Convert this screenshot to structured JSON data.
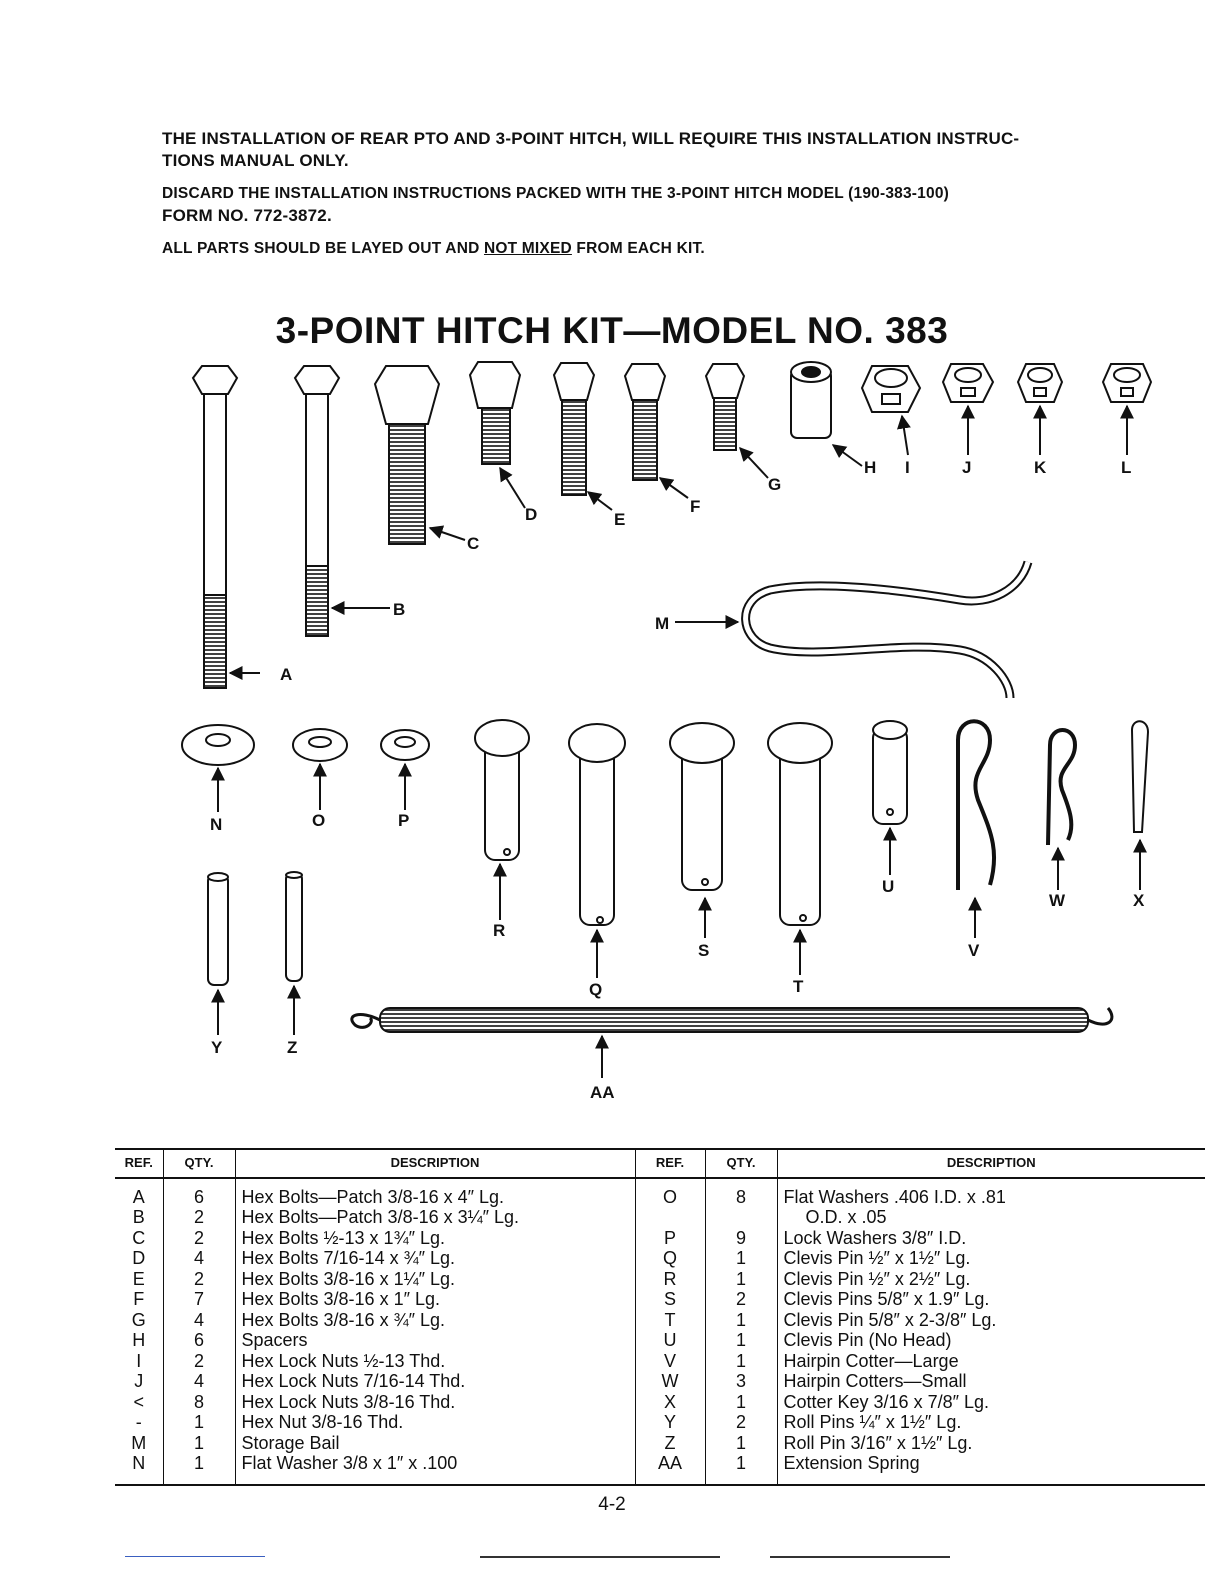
{
  "instructions": {
    "line1": "THE INSTALLATION OF REAR PTO AND 3-POINT HITCH, WILL REQUIRE THIS INSTALLATION INSTRUC-",
    "line2": "TIONS MANUAL ONLY.",
    "line3": "DISCARD THE INSTALLATION INSTRUCTIONS PACKED WITH THE 3-POINT HITCH MODEL (190-383-100)",
    "line4": "FORM NO. 772-3872.",
    "line5_pre": "ALL PARTS SHOULD BE LAYED OUT AND ",
    "line5_u": "NOT MIXED",
    "line5_post": " FROM EACH KIT."
  },
  "kit_title": "3-POINT HITCH KIT—MODEL NO. 383",
  "diagram_labels": {
    "A": "A",
    "B": "B",
    "C": "C",
    "D": "D",
    "E": "E",
    "F": "F",
    "G": "G",
    "H": "H",
    "I": "I",
    "J": "J",
    "K": "K",
    "L": "L",
    "M": "M",
    "N": "N",
    "O": "O",
    "P": "P",
    "Q": "Q",
    "R": "R",
    "S": "S",
    "T": "T",
    "U": "U",
    "V": "V",
    "W": "W",
    "X": "X",
    "Y": "Y",
    "Z": "Z",
    "AA": "AA"
  },
  "table": {
    "headers": {
      "ref": "REF.",
      "qty": "QTY.",
      "desc": "DESCRIPTION"
    },
    "rows": [
      {
        "ref1": "A",
        "qty1": "6",
        "desc1": "Hex Bolts—Patch 3/8-16 x 4″ Lg.",
        "ref2": "O",
        "qty2": "8",
        "desc2": "Flat Washers .406 I.D. x .81"
      },
      {
        "ref1": "B",
        "qty1": "2",
        "desc1": "Hex Bolts—Patch 3/8-16 x 3¼″ Lg.",
        "ref2": "",
        "qty2": "",
        "desc2": "O.D. x .05"
      },
      {
        "ref1": "C",
        "qty1": "2",
        "desc1": "Hex Bolts ½-13 x 1¾″ Lg.",
        "ref2": "P",
        "qty2": "9",
        "desc2": "Lock Washers 3/8″ I.D."
      },
      {
        "ref1": "D",
        "qty1": "4",
        "desc1": "Hex Bolts 7/16-14 x ¾″ Lg.",
        "ref2": "Q",
        "qty2": "1",
        "desc2": "Clevis Pin ½″ x 1½″ Lg."
      },
      {
        "ref1": "E",
        "qty1": "2",
        "desc1": "Hex Bolts 3/8-16 x 1¼″ Lg.",
        "ref2": "R",
        "qty2": "1",
        "desc2": "Clevis Pin ½″ x 2½″ Lg."
      },
      {
        "ref1": "F",
        "qty1": "7",
        "desc1": "Hex Bolts 3/8-16 x 1″ Lg.",
        "ref2": "S",
        "qty2": "2",
        "desc2": "Clevis Pins 5/8″ x 1.9″ Lg."
      },
      {
        "ref1": "G",
        "qty1": "4",
        "desc1": "Hex Bolts 3/8-16 x ¾″ Lg.",
        "ref2": "T",
        "qty2": "1",
        "desc2": "Clevis Pin 5/8″ x 2-3/8″ Lg."
      },
      {
        "ref1": "H",
        "qty1": "6",
        "desc1": "Spacers",
        "ref2": "U",
        "qty2": "1",
        "desc2": "Clevis Pin (No Head)"
      },
      {
        "ref1": "I",
        "qty1": "2",
        "desc1": "Hex Lock Nuts ½-13 Thd.",
        "ref2": "V",
        "qty2": "1",
        "desc2": "Hairpin Cotter—Large"
      },
      {
        "ref1": "J",
        "qty1": "4",
        "desc1": "Hex Lock Nuts 7/16-14 Thd.",
        "ref2": "W",
        "qty2": "3",
        "desc2": "Hairpin Cotters—Small"
      },
      {
        "ref1": "<",
        "qty1": "8",
        "desc1": "Hex Lock Nuts 3/8-16 Thd.",
        "ref2": "X",
        "qty2": "1",
        "desc2": "Cotter Key 3/16 x 7/8″ Lg."
      },
      {
        "ref1": "-",
        "qty1": "1",
        "desc1": "Hex Nut 3/8-16 Thd.",
        "ref2": "Y",
        "qty2": "2",
        "desc2": "Roll Pins ¼″ x 1½″ Lg."
      },
      {
        "ref1": "M",
        "qty1": "1",
        "desc1": "Storage Bail",
        "ref2": "Z",
        "qty2": "1",
        "desc2": "Roll Pin 3/16″ x 1½″ Lg."
      },
      {
        "ref1": "N",
        "qty1": "1",
        "desc1": "Flat Washer 3/8 x 1″ x .100",
        "ref2": "AA",
        "qty2": "1",
        "desc2": "Extension Spring"
      }
    ]
  },
  "page_number": "4-2"
}
